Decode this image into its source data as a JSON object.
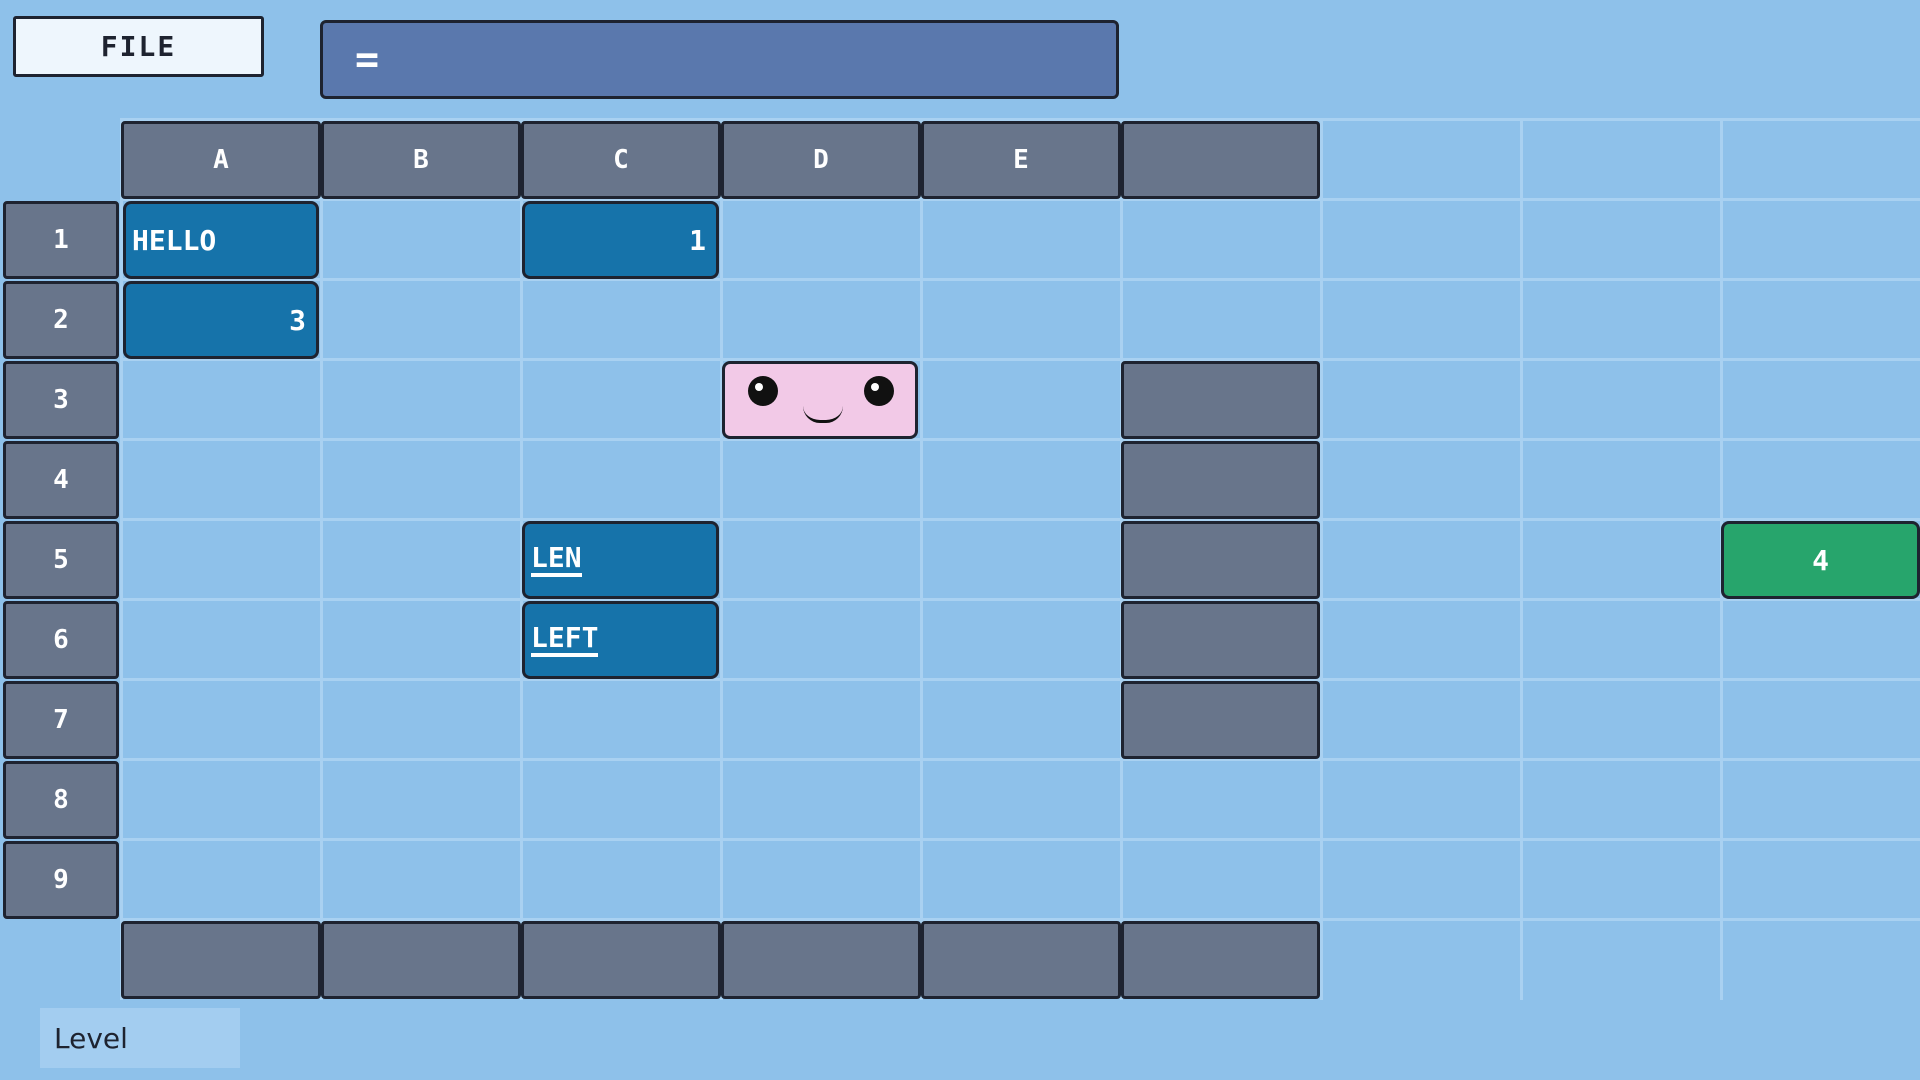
{
  "toolbar": {
    "file_label": "FILE"
  },
  "formula_bar": {
    "text": "="
  },
  "columns": [
    "A",
    "B",
    "C",
    "D",
    "E",
    ""
  ],
  "rows": [
    "1",
    "2",
    "3",
    "4",
    "5",
    "6",
    "7",
    "8",
    "9"
  ],
  "cells": {
    "a1": "HELLO",
    "c1": "1",
    "a2": "3",
    "c5": "LEN",
    "c6": "LEFT",
    "output": "4"
  },
  "footer": {
    "level_label": "Level"
  },
  "colors": {
    "background": "#8ec1ea",
    "header_slate": "#68758b",
    "value_tile": "#1673aa",
    "output_tile": "#27a56c",
    "formula_bar": "#5a78ad",
    "face": "#f2c9e7"
  }
}
